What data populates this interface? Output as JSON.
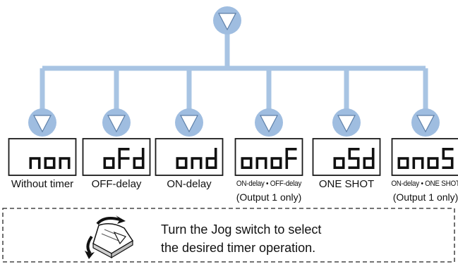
{
  "colors": {
    "line": "#a8c4e3",
    "node_fill": "#9fbde0",
    "triangle": "#ffffff",
    "display_border": "#1a1a1a",
    "segment": "#111111"
  },
  "icons": {
    "node": "down-triangle-icon",
    "jog": "jog-switch-icon"
  },
  "modes": [
    {
      "display": "non",
      "label": "Without timer",
      "note": ""
    },
    {
      "display": "oFd",
      "label": "OFF-delay",
      "note": ""
    },
    {
      "display": "ond",
      "label": "ON-delay",
      "note": ""
    },
    {
      "display": "onoF",
      "label": "ON-delay • OFF-delay",
      "note": "(Output 1 only)"
    },
    {
      "display": "oSd",
      "label": "ONE SHOT",
      "note": ""
    },
    {
      "display": "onoS",
      "label": "ON-delay • ONE SHOT",
      "note": "(Output 1 only)"
    }
  ],
  "instruction": {
    "line1": "Turn the Jog switch to select",
    "line2": "the desired timer operation."
  }
}
